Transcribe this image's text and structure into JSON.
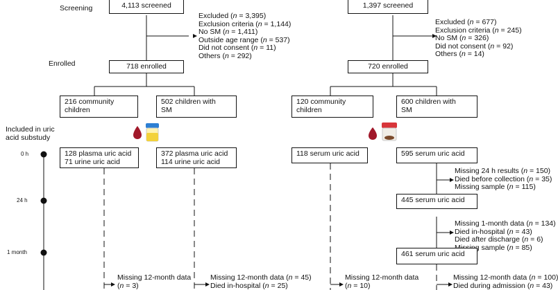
{
  "left": {
    "screening_label": "Screening",
    "screened": "4,113 screened",
    "excluded_lines": [
      "Excluded (n = 3,395)",
      "Exclusion criteria (n = 1,144)",
      "No SM (n = 1,411)",
      "Outside age range (n = 537)",
      "Did not consent (n = 11)",
      "Others (n = 292)"
    ],
    "enrolled_label": "Enrolled",
    "enrolled": "718 enrolled",
    "group_a": [
      "216 community",
      "children"
    ],
    "group_b": [
      "502 children with",
      "SM"
    ],
    "substudy_label": [
      "Included in uric",
      "acid substudy"
    ],
    "box_a": [
      "128 plasma uric acid",
      "71 urine uric acid"
    ],
    "box_b": [
      "372 plasma uric acid",
      "114 urine uric acid"
    ],
    "missing_a": [
      "Missing 12-month data",
      "(n = 3)"
    ],
    "missing_b": [
      "Missing 12-month data (n = 45)",
      "Died in-hospital (n = 25)"
    ]
  },
  "right": {
    "screened": "1,397 screened",
    "excluded_lines": [
      "Excluded (n = 677)",
      "Exclusion criteria (n = 245)",
      "No SM (n = 326)",
      "Did not consent (n = 92)",
      "Others (n = 14)"
    ],
    "enrolled": "720 enrolled",
    "group_a": [
      "120 community",
      "children"
    ],
    "group_b": [
      "600 children with",
      "SM"
    ],
    "box_a": "118 serum uric acid",
    "box_b": "595 serum uric acid",
    "missing_24h": [
      "Missing 24 h results (n = 150)",
      "Died before collection (n = 35)",
      "Missing sample (n = 115)"
    ],
    "box_24h": "445 serum uric acid",
    "missing_1m": [
      "Missing 1-month data (n = 134)",
      "Died in-hospital (n = 43)",
      "Died after discharge (n = 6)",
      "Missing sample (n = 85)"
    ],
    "box_1m": "461 serum uric acid",
    "missing_a": [
      "Missing 12-month data",
      "(n = 10)"
    ],
    "missing_b": [
      "Missing 12-month data (n = 100)",
      "Died during admission (n = 43)"
    ]
  },
  "timeline": [
    "0 h",
    "24 h",
    "1 month"
  ]
}
